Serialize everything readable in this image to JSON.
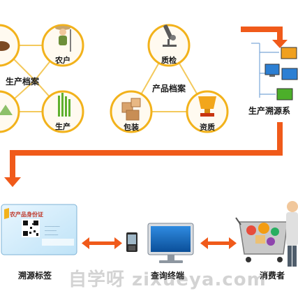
{
  "diagram": {
    "labels": {
      "farmer": "农户",
      "production_records": "生产档案",
      "produce": "生产",
      "inspection": "质检",
      "product_records": "产品档案",
      "packaging": "包装",
      "qualification": "资质",
      "trace_system": "生产溯源系",
      "trace_label": "溯源标签",
      "query_terminal": "查询终端",
      "consumer": "消费者"
    },
    "card": {
      "title": "农产品身份证",
      "line1": "—————————",
      "line2": "———————",
      "line3": "————————"
    },
    "watermark": "自学呀 zixueya.com",
    "colors": {
      "orange": "#f05a1a",
      "gold": "#f2b21b",
      "circle_fill": "#fffaf0",
      "line": "#f3c95c"
    }
  }
}
